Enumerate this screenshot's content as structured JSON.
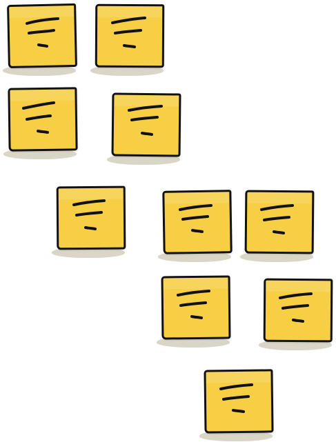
{
  "notes": [
    {
      "name": "sticky-note-1"
    },
    {
      "name": "sticky-note-2"
    },
    {
      "name": "sticky-note-3"
    },
    {
      "name": "sticky-note-4"
    },
    {
      "name": "sticky-note-5"
    },
    {
      "name": "sticky-note-6"
    },
    {
      "name": "sticky-note-7"
    },
    {
      "name": "sticky-note-8"
    },
    {
      "name": "sticky-note-9"
    },
    {
      "name": "sticky-note-10"
    }
  ],
  "colors": {
    "note": "#f6cf45",
    "outline": "#111111",
    "shadow": "#d9d4c5",
    "background": "#ffffff"
  },
  "icons": {
    "line_mark": "sketch-lines-icon"
  }
}
